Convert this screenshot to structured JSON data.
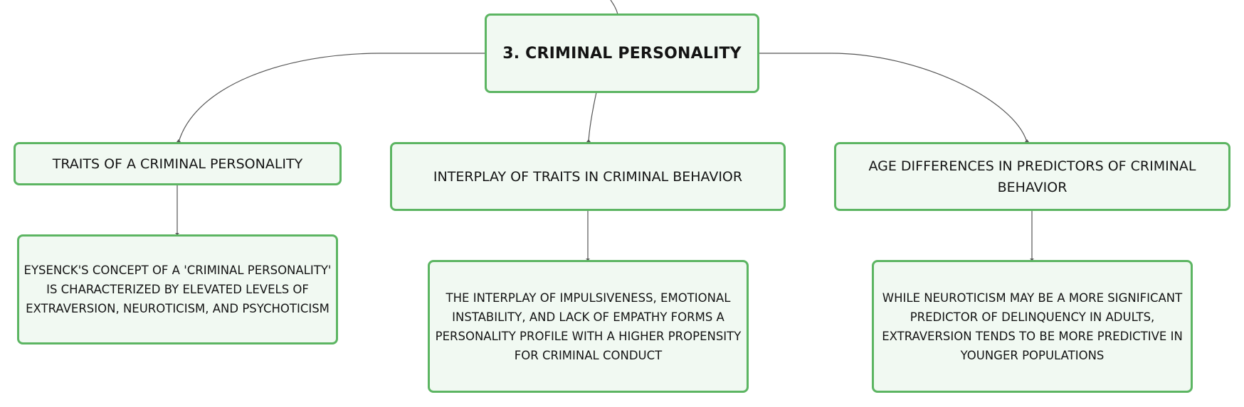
{
  "root": {
    "label": "3. CRIMINAL PERSONALITY"
  },
  "branches": [
    {
      "label": "TRAITS OF A CRIMINAL PERSONALITY",
      "detail": "EYSENCK'S CONCEPT OF A 'CRIMINAL PERSONALITY' IS CHARACTERIZED BY ELEVATED LEVELS OF EXTRAVERSION, NEUROTICISM, AND PSYCHOTICISM"
    },
    {
      "label": "INTERPLAY OF TRAITS IN CRIMINAL BEHAVIOR",
      "detail": "THE INTERPLAY OF IMPULSIVENESS, EMOTIONAL INSTABILITY, AND LACK OF EMPATHY FORMS A PERSONALITY PROFILE WITH A HIGHER PROPENSITY FOR CRIMINAL CONDUCT"
    },
    {
      "label": "AGE DIFFERENCES IN PREDICTORS OF CRIMINAL BEHAVIOR",
      "detail": "WHILE NEUROTICISM MAY BE A MORE SIGNIFICANT PREDICTOR OF DELINQUENCY IN ADULTS, EXTRAVERSION TENDS TO BE MORE PREDICTIVE IN YOUNGER POPULATIONS"
    }
  ],
  "colors": {
    "node_fill": "#f1f9f2",
    "node_border": "#5cb562",
    "connector": "#555555",
    "text": "#141414"
  }
}
